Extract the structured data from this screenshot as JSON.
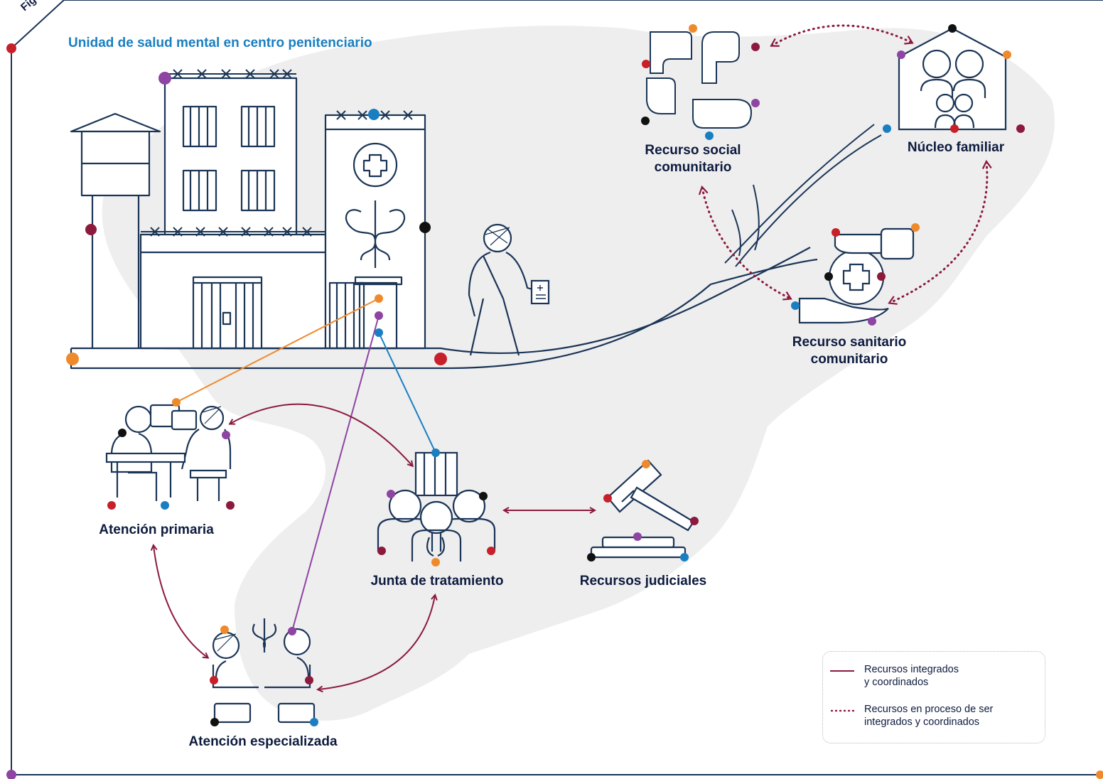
{
  "figure_tag": "Figu",
  "title": "Unidad de salud mental en centro penitenciario",
  "nodes": {
    "recurso_social": "Recurso social\ncomunitario",
    "nucleo_familiar": "Núcleo familiar",
    "recurso_sanitario": "Recurso sanitario\ncomunitario",
    "atencion_primaria": "Atención primaria",
    "junta_tratamiento": "Junta de tratamiento",
    "recursos_judiciales": "Recursos judiciales",
    "atencion_especializada": "Atención especializada"
  },
  "legend": {
    "integrated": "Recursos integrados\ny coordinados",
    "in_process": "Recursos en proceso de ser\nintegrados y coordinados"
  },
  "colors": {
    "navy": "#1b3556",
    "maroon": "#8b1a3d",
    "orange": "#ef8a2c",
    "purple": "#8e44a3",
    "blue": "#1a7fc1",
    "red": "#c8202a",
    "black": "#111111",
    "map": "#eeeeef"
  }
}
